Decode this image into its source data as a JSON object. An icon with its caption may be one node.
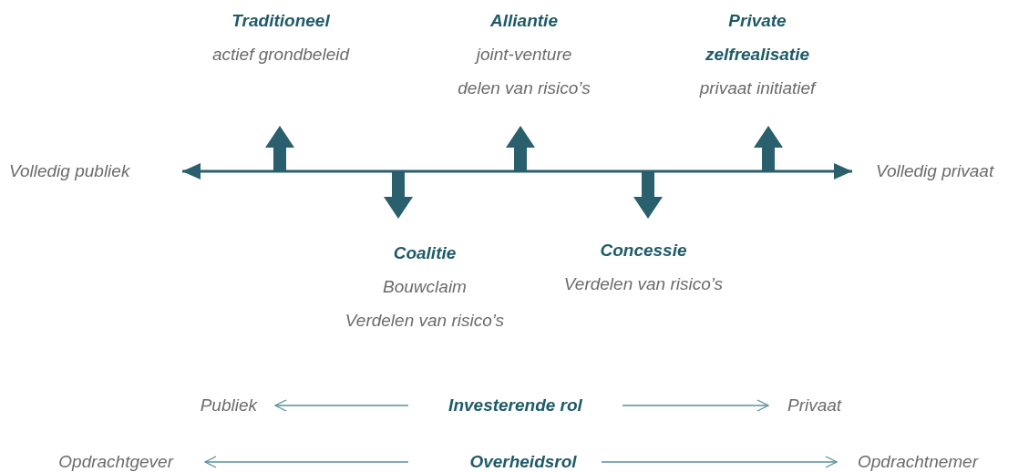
{
  "diagram": {
    "nodes": [
      {
        "text": [
          "Volledig publiek"
        ]
      },
      {
        "text": [
          "Volledig privaat"
        ]
      },
      {
        "text": [
          "Traditioneel",
          "actief grondbeleid"
        ]
      },
      {
        "text": [
          "Coalitie",
          "Bouwclaim",
          "Verdelen van risico’s"
        ]
      },
      {
        "text": [
          "Alliantie",
          "joint-venture",
          "delen van risico’s"
        ]
      },
      {
        "text": [
          "Concessie",
          "Verdelen van risico’s"
        ]
      },
      {
        "text": [
          "Private zelfrealisatie",
          "privaat initiatief"
        ]
      },
      {
        "text": [
          "Publiek"
        ]
      },
      {
        "text": [
          "Investerende rol"
        ]
      },
      {
        "text": [
          "Privaat"
        ]
      },
      {
        "text": [
          "Opdrachtgever"
        ]
      },
      {
        "text": [
          "Overheidsrol"
        ]
      },
      {
        "text": [
          "Opdrachtnemer"
        ]
      }
    ],
    "edges": [
      {
        "from": 0,
        "to": 1,
        "arrow": "both",
        "style": "thick",
        "color": "#2a5f6d"
      },
      {
        "from": 8,
        "to": 7,
        "arrow": "to"
      },
      {
        "from": 8,
        "to": 9,
        "arrow": "to"
      },
      {
        "from": 11,
        "to": 10,
        "arrow": "to"
      },
      {
        "from": 11,
        "to": 12,
        "arrow": "to"
      }
    ]
  }
}
